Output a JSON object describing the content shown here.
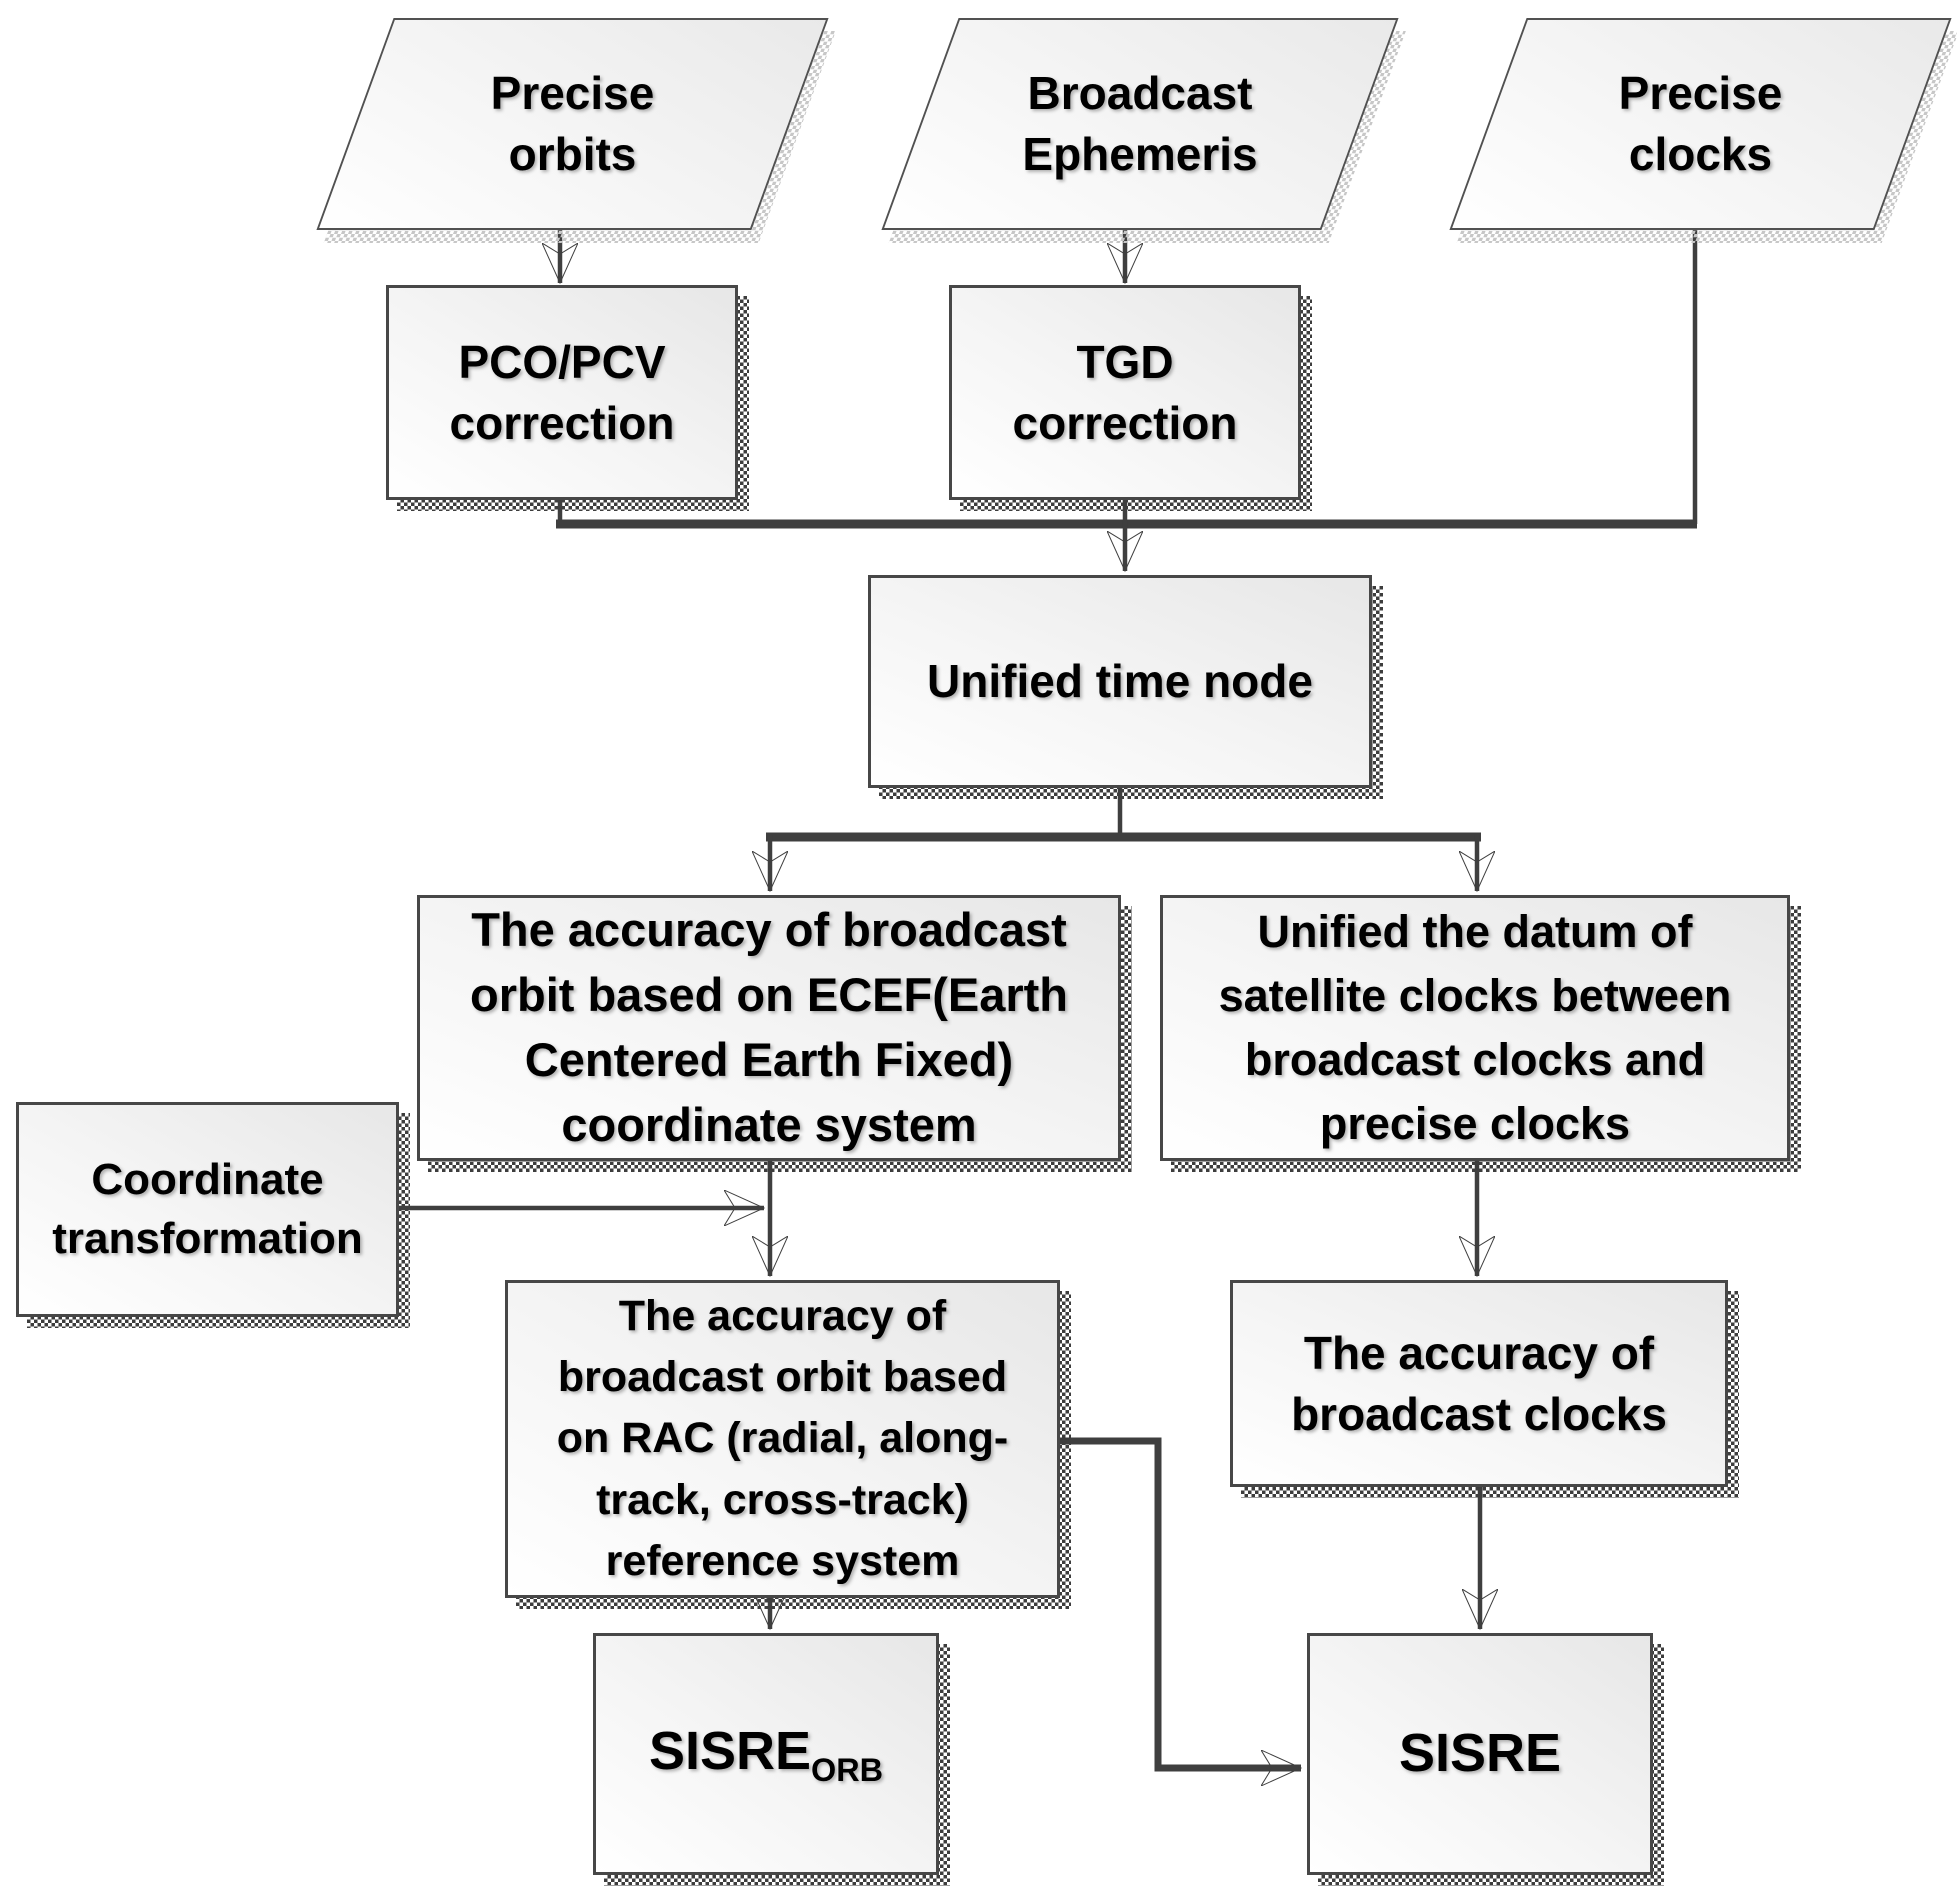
{
  "nodes": {
    "precise_orbits": {
      "label": "Precise\norbits"
    },
    "broadcast_ephemeris": {
      "label": "Broadcast\nEphemeris"
    },
    "precise_clocks": {
      "label": "Precise\nclocks"
    },
    "pco": {
      "label": "PCO/PCV\ncorrection"
    },
    "tgd": {
      "label": "TGD\ncorrection"
    },
    "unified": {
      "label": "Unified time node"
    },
    "ecef": {
      "label": "The accuracy of broadcast\norbit based on ECEF(Earth\nCentered Earth Fixed)\ncoordinate system"
    },
    "datum": {
      "label": "Unified the datum of\nsatellite clocks between\nbroadcast clocks and\nprecise clocks"
    },
    "coord": {
      "label": "Coordinate\ntransformation"
    },
    "rac": {
      "label": "The accuracy of\nbroadcast orbit based\non RAC (radial, along-\ntrack, cross-track)\nreference system"
    },
    "clocks_acc": {
      "label": "The accuracy of\nbroadcast clocks"
    },
    "sisre_orb": {
      "label": "SISRE",
      "sub": "ORB"
    },
    "sisre": {
      "label": "SISRE"
    }
  },
  "edges": [
    {
      "from": "precise-orbits",
      "to": "pco-pcv-correction"
    },
    {
      "from": "broadcast-ephemeris",
      "to": "tgd-correction"
    },
    {
      "from": "pco-pcv-correction",
      "to": "unified-time-node"
    },
    {
      "from": "tgd-correction",
      "to": "unified-time-node"
    },
    {
      "from": "precise-clocks",
      "to": "unified-time-node"
    },
    {
      "from": "unified-time-node",
      "to": "ecef-orbit-accuracy"
    },
    {
      "from": "unified-time-node",
      "to": "clock-datum-unification"
    },
    {
      "from": "coordinate-transformation",
      "to": "rac-orbit-accuracy"
    },
    {
      "from": "ecef-orbit-accuracy",
      "to": "rac-orbit-accuracy"
    },
    {
      "from": "clock-datum-unification",
      "to": "broadcast-clocks-accuracy"
    },
    {
      "from": "rac-orbit-accuracy",
      "to": "sisre-orb"
    },
    {
      "from": "rac-orbit-accuracy",
      "to": "sisre"
    },
    {
      "from": "broadcast-clocks-accuracy",
      "to": "sisre"
    }
  ],
  "colors": {
    "line": "#3f3f3f",
    "box_border": "#474747",
    "box_fill_light": "#ffffff",
    "box_fill_dark": "#e7e7e7",
    "shadow_dark": "#3d3d3d",
    "shadow_light": "#c7c7c7",
    "text": "#000000"
  }
}
